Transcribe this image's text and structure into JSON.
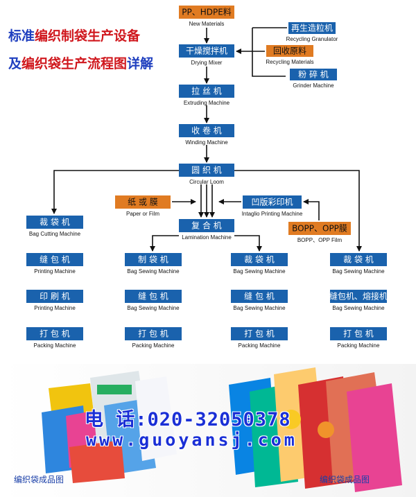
{
  "title": {
    "line1_a": "标准",
    "line1_b": "编织制袋生产设备",
    "line2_a": "及",
    "line2_b": "编织袋生产流程图",
    "line2_c": "详解"
  },
  "colors": {
    "node_blue": "#1a62ad",
    "node_orange": "#e07b22",
    "arrow": "#111111"
  },
  "nodes": [
    {
      "id": "pp",
      "label": "PP、HDPE料",
      "sub": "New Materials",
      "color": "orange"
    },
    {
      "id": "granulator",
      "label": "再生造粒机",
      "sub": "Recycling Granulator",
      "color": "blue"
    },
    {
      "id": "recycle",
      "label": "回收原料",
      "sub": "Recycling Materials",
      "color": "orange"
    },
    {
      "id": "mixer",
      "label": "干燥搅拌机",
      "sub": "Drying Mixer",
      "color": "blue"
    },
    {
      "id": "grinder",
      "label": "粉 碎 机",
      "sub": "Grinder Machine",
      "color": "blue"
    },
    {
      "id": "extrude",
      "label": "拉 丝 机",
      "sub": "Extruding Machine",
      "color": "blue"
    },
    {
      "id": "winding",
      "label": "收 卷 机",
      "sub": "Winding Machine",
      "color": "blue"
    },
    {
      "id": "loom",
      "label": "圆 织 机",
      "sub": "Circular Loom",
      "color": "blue"
    },
    {
      "id": "paper",
      "label": "纸 或 膜",
      "sub": "Paper or Film",
      "color": "orange"
    },
    {
      "id": "intaglio",
      "label": "凹版彩印机",
      "sub": "Intaglio Printing Machine",
      "color": "blue"
    },
    {
      "id": "bopp",
      "label": "BOPP、OPP膜",
      "sub": "BOPP、OPP Film",
      "color": "orange"
    },
    {
      "id": "cut1",
      "label": "裁 袋 机",
      "sub": "Bag Cutting Machine",
      "color": "blue"
    },
    {
      "id": "lamination",
      "label": "复 合 机",
      "sub": "Lamination Machine",
      "color": "blue"
    },
    {
      "id": "c1r1",
      "label": "缝 包 机",
      "sub": "Printing Machine",
      "color": "blue"
    },
    {
      "id": "c1r2",
      "label": "印 刷 机",
      "sub": "Printing Machine",
      "color": "blue"
    },
    {
      "id": "c1r3",
      "label": "打 包 机",
      "sub": "Packing Machine",
      "color": "blue"
    },
    {
      "id": "c2r1",
      "label": "制 袋 机",
      "sub": "Bag Sewing Machine",
      "color": "blue"
    },
    {
      "id": "c2r2",
      "label": "缝 包 机",
      "sub": "Bag Sewing Machine",
      "color": "blue"
    },
    {
      "id": "c2r3",
      "label": "打 包 机",
      "sub": "Packing Machine",
      "color": "blue"
    },
    {
      "id": "c3r1",
      "label": "裁 袋 机",
      "sub": "Bag Sewing Machine",
      "color": "blue"
    },
    {
      "id": "c3r2",
      "label": "缝 包 机",
      "sub": "Bag Sewing Machine",
      "color": "blue"
    },
    {
      "id": "c3r3",
      "label": "打 包 机",
      "sub": "Packing Machine",
      "color": "blue"
    },
    {
      "id": "c4r1",
      "label": "裁 袋 机",
      "sub": "Bag Sewing Machine",
      "color": "blue"
    },
    {
      "id": "c4r2",
      "label": "缝包机、熔接机",
      "sub": "Bag Sewing Machine",
      "color": "blue"
    },
    {
      "id": "c4r3",
      "label": "打 包 机",
      "sub": "Packing Machine",
      "color": "blue"
    }
  ],
  "contact": {
    "phone": "电 话:020-32050378",
    "website": "www.guoyansj.com"
  },
  "captions": {
    "left": "编织袋成品图",
    "right": "编织袋成品图"
  },
  "photos": [
    {
      "name": "woven-bags-left-photo"
    },
    {
      "name": "woven-bags-right-photo"
    }
  ]
}
